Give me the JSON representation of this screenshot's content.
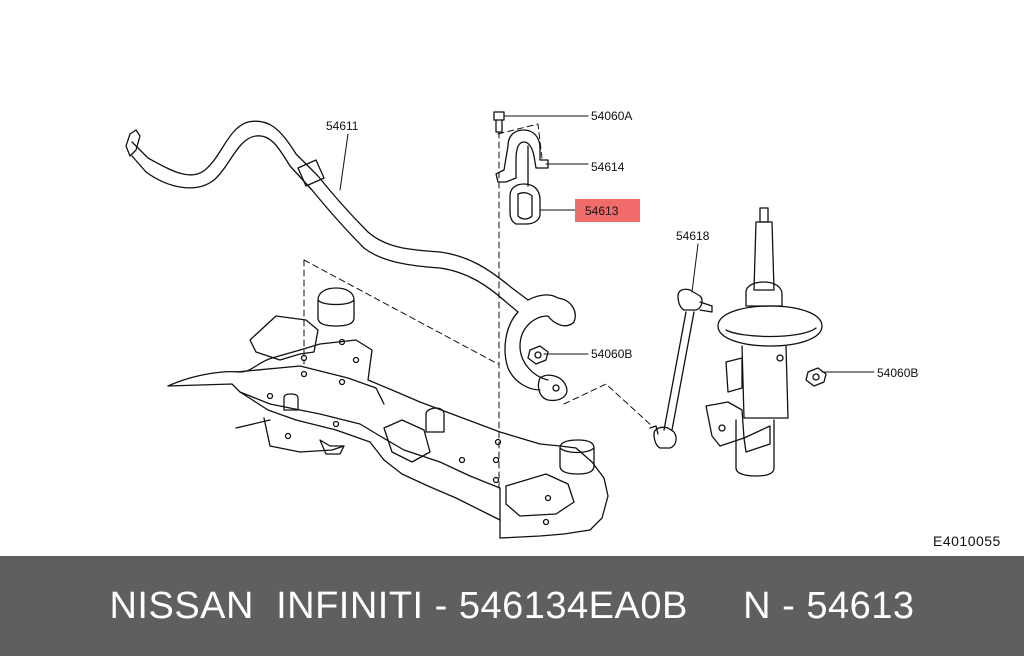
{
  "diagram": {
    "callouts": {
      "c54611": "54611",
      "c54060a": "54060A",
      "c54614": "54614",
      "c54613": "54613",
      "c54618": "54618",
      "c54060b_left": "54060B",
      "c54060b_right": "54060B"
    },
    "highlighted_part": "54613",
    "highlight_color": "#f26b6b",
    "figure_code": "E4010055"
  },
  "footer": {
    "text": "NISSAN  INFINITI - 546134EA0B     N - 54613",
    "background": "#5f5f5f"
  }
}
